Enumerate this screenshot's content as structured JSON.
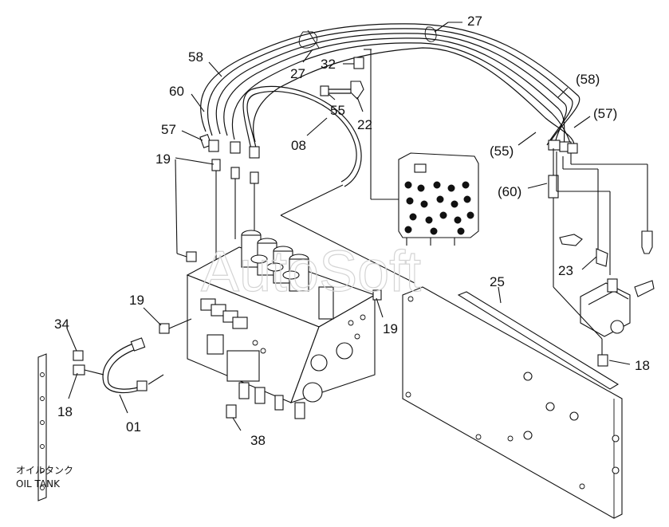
{
  "diagram": {
    "callouts": {
      "c27a": "27",
      "c27b": "27",
      "c32": "32",
      "c58": "58",
      "c60": "60",
      "c55": "55",
      "c22": "22",
      "c08": "08",
      "c57": "57",
      "c19a": "19",
      "c58p": "(58)",
      "c57p": "(57)",
      "c55p": "(55)",
      "c60p": "(60)",
      "c23": "23",
      "c25": "25",
      "c19b": "19",
      "c19c": "19",
      "c34": "34",
      "c18a": "18",
      "c01": "01",
      "c38": "38",
      "c18b": "18"
    },
    "caption_jp": "オイルタンク",
    "caption_en": "OIL TANK",
    "watermark": "AutoSoft"
  }
}
